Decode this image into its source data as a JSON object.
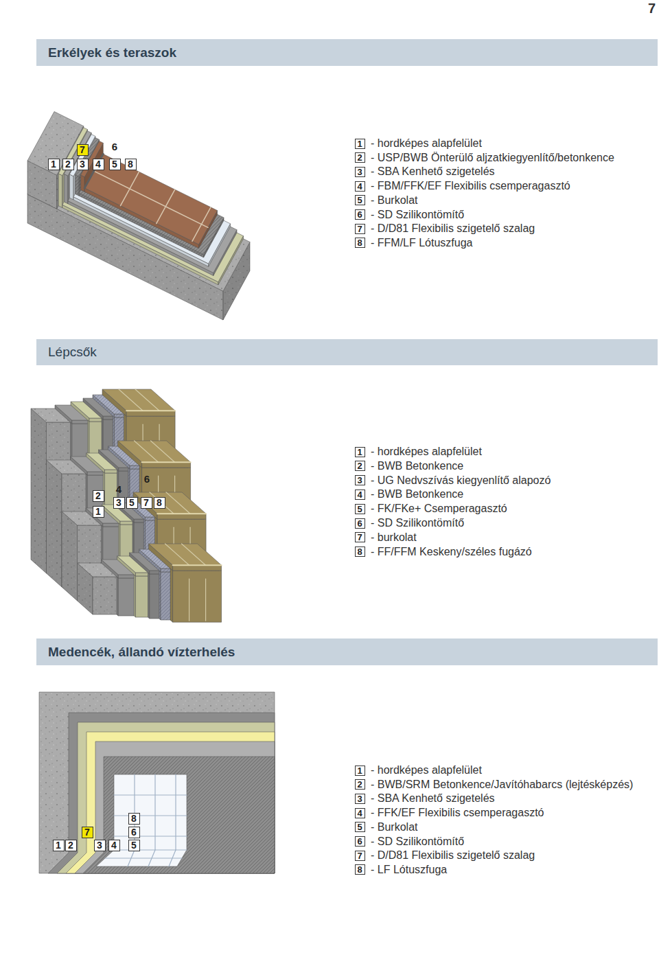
{
  "diagram": {
    "nodes": [
      {
        "text": [
          "Erkélyek és teraszok"
        ]
      },
      {
        "text": [
          "Lépcsők"
        ]
      },
      {
        "text": [
          "Medencék, állandó vízterhelés"
        ]
      }
    ],
    "labels": [
      "7",
      "7",
      "6",
      "1",
      "2",
      "3",
      "4",
      "5",
      "8",
      "1",
      "- hordképes alapfelület",
      "2",
      "- USP/BWB Önterülő aljzatkiegyenlítő/betonkence",
      "3",
      "- SBA Kenhető szigetelés",
      "4",
      "- FBM/FFK/EF Flexibilis csemperagasztó",
      "5",
      "- Burkolat",
      "6",
      "- SD Szilikontömítő",
      "7",
      "- D/D81 Flexibilis szigetelő szalag",
      "8",
      "- FFM/LF Lótuszfuga",
      "6",
      "4",
      "2",
      "3",
      "5",
      "7",
      "8",
      "1",
      "1",
      "- hordképes alapfelület",
      "2",
      "- BWB Betonkence",
      "3",
      "- UG Nedvszívás kiegyenlítő alapozó",
      "4",
      "- BWB Betonkence",
      "5",
      "- FK/FKe+ Csemperagasztó",
      "6",
      "- SD Szilikontömítő",
      "7",
      "- burkolat",
      "8",
      "- FF/FFM Keskeny/széles fugázó",
      "8",
      "7",
      "6",
      "1",
      "2",
      "3",
      "4",
      "5",
      "1",
      "- hordképes alapfelület",
      "2",
      "- BWB/SRM Betonkence/Javítóhabarcs (lejtésképzés)",
      "3",
      "- SBA Kenhető szigetelés",
      "4",
      "- FFK/EF Flexibilis csemperagasztó",
      "5",
      "- Burkolat",
      "6",
      "- SD Szilikontömítő",
      "7",
      "- D/D81 Flexibilis szigetelő szalag",
      "8",
      "- LF Lótuszfuga"
    ]
  }
}
